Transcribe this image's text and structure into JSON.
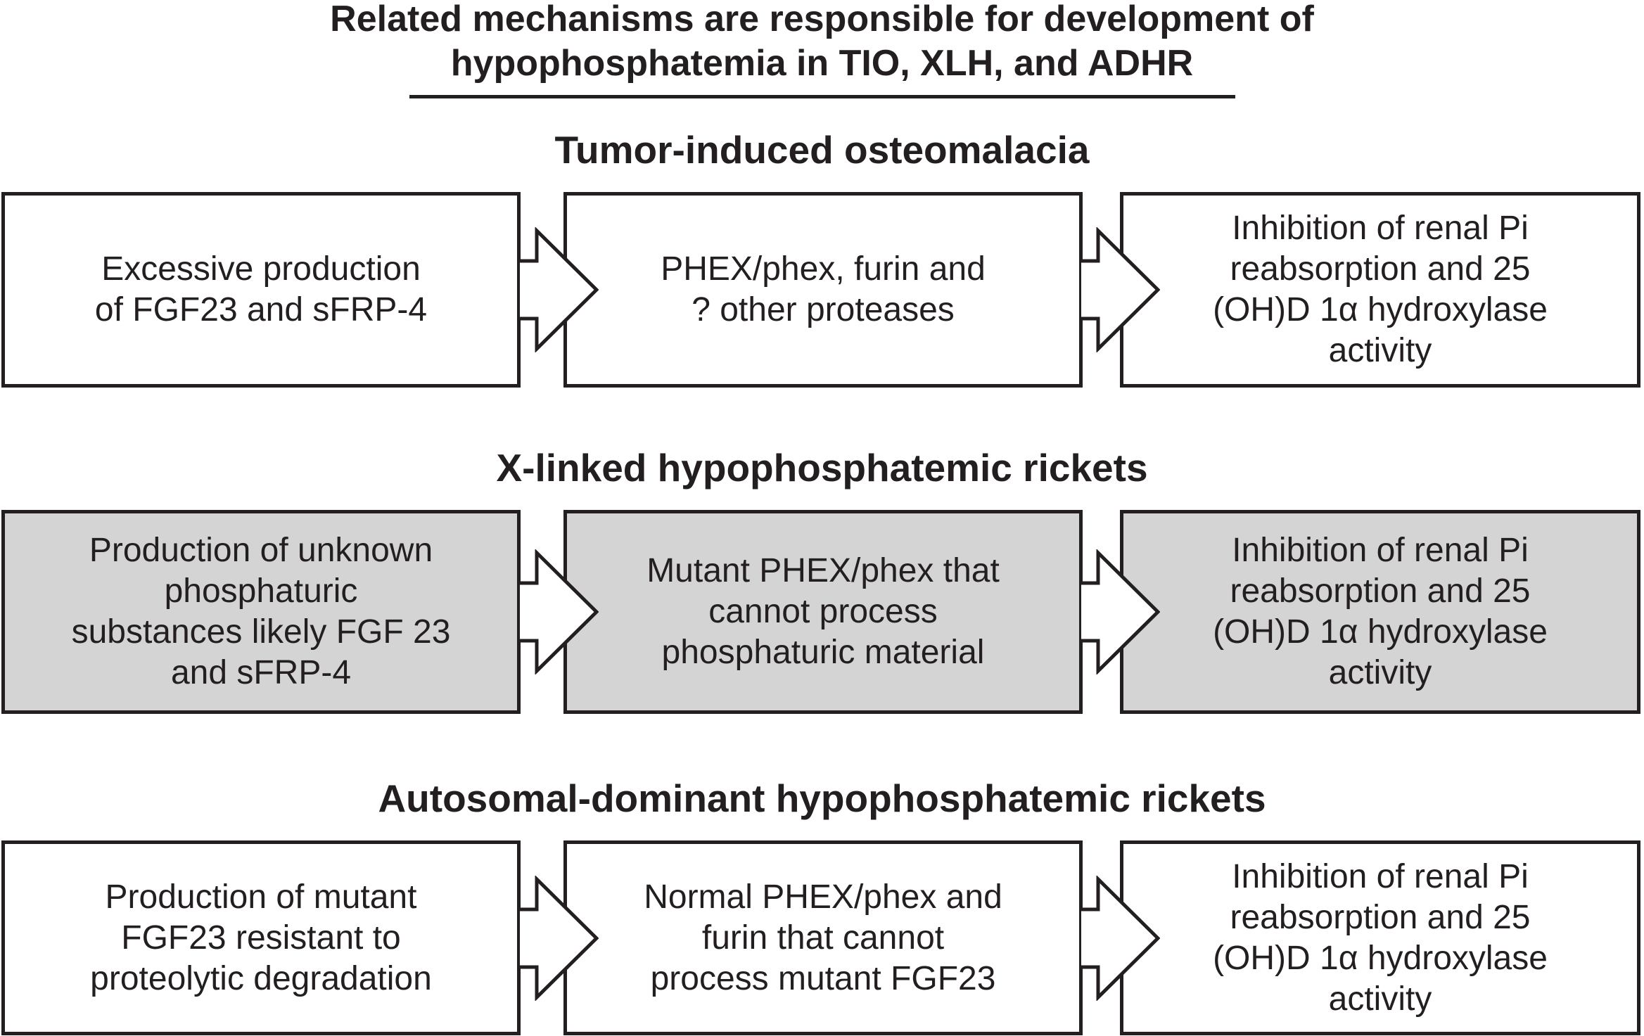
{
  "title": {
    "line1": "Related mechanisms are responsible for development of",
    "line2": "hypophosphatemia in TIO, XLH, and ADHR"
  },
  "sections": [
    {
      "heading": "Tumor-induced osteomalacia",
      "shaded": false,
      "boxes": [
        "Excessive production\nof FGF23 and sFRP-4",
        "PHEX/phex, furin and\n? other proteases",
        "Inhibition of renal Pi\nreabsorption and 25\n(OH)D 1α hydroxylase\nactivity"
      ]
    },
    {
      "heading": "X-linked hypophosphatemic rickets",
      "shaded": true,
      "boxes": [
        "Production of unknown\nphosphaturic\nsubstances likely FGF 23\nand sFRP-4",
        "Mutant PHEX/phex that\ncannot process\nphosphaturic material",
        "Inhibition of renal Pi\nreabsorption and 25\n(OH)D 1α hydroxylase\nactivity"
      ]
    },
    {
      "heading": "Autosomal-dominant hypophosphatemic rickets",
      "shaded": false,
      "boxes": [
        "Production of mutant\nFGF23 resistant to\nproteolytic degradation",
        "Normal PHEX/phex and\nfurin that cannot\nprocess mutant FGF23",
        "Inhibition of renal Pi\nreabsorption and 25\n(OH)D 1α hydroxylase\nactivity"
      ]
    }
  ],
  "colors": {
    "background": "#ffffff",
    "line": "#231f20",
    "text": "#231f20",
    "plain_box_fill": "#ffffff",
    "shaded_box_fill": "#d4d4d4"
  }
}
